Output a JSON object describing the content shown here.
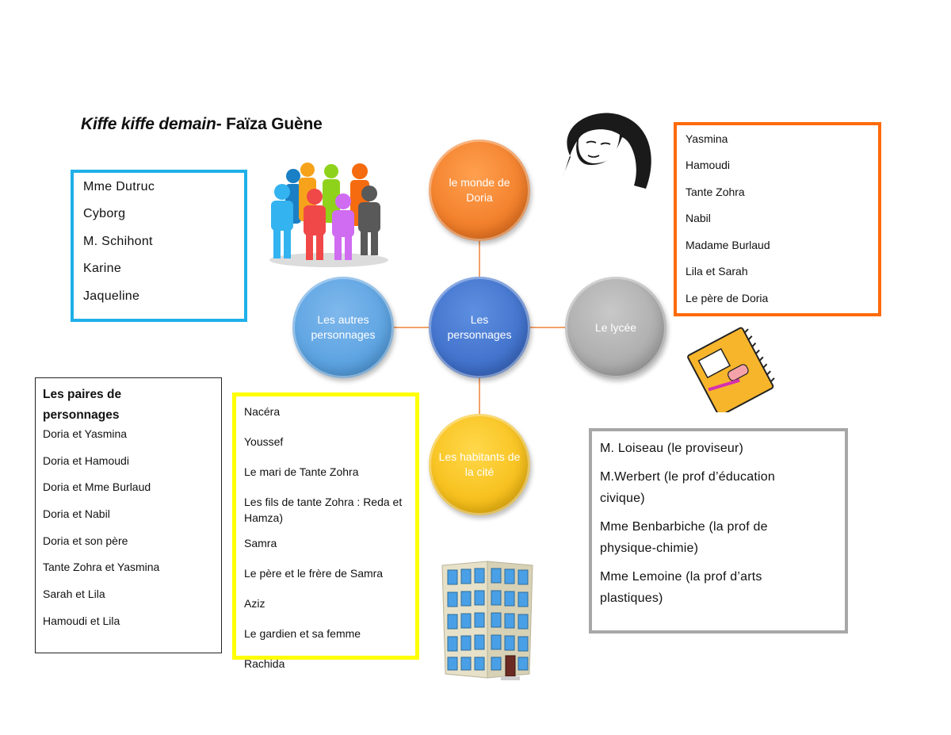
{
  "title": {
    "book": "Kiffe kiffe demain",
    "separator": "- ",
    "author": "Faïza Guène"
  },
  "diagram": {
    "center": "Les personnages",
    "nodes": {
      "top": "le monde de Doria",
      "left": "Les autres personnages",
      "right": "Le lycée",
      "bottom": "Les habitants de la cité"
    },
    "colors": {
      "top": "#f07a25",
      "center": "#3e6ec9",
      "left": "#57a0e0",
      "right": "#a9a9a9",
      "bottom": "#f6bd16",
      "connector": "#f2a26a"
    }
  },
  "boxes": {
    "autres_personnages": {
      "border_color": "#1fb0e8",
      "items": [
        "Mme Dutruc",
        "Cyborg",
        "M. Schihont",
        "Karine",
        "Jaqueline"
      ]
    },
    "monde_de_doria": {
      "border_color": "#ff6a0a",
      "items": [
        "Yasmina",
        "Hamoudi",
        "Tante Zohra",
        "Nabil",
        "Madame Burlaud",
        "Lila et Sarah",
        "Le père de Doria"
      ]
    },
    "paires": {
      "border_color": "#222222",
      "heading": "Les paires de personnages",
      "items": [
        "Doria et Yasmina",
        "Doria et Hamoudi",
        "Doria et Mme Burlaud",
        "Doria et Nabil",
        "Doria et son père",
        "Tante Zohra et Yasmina",
        "Sarah et Lila",
        "Hamoudi et Lila"
      ]
    },
    "habitants_cite": {
      "border_color": "#ffff00",
      "items": [
        "Nacéra",
        "Youssef",
        "Le mari de Tante Zohra",
        "Les fils de tante Zohra : Reda et Hamza)",
        "Samra",
        "Le père et le frère de Samra",
        "Aziz",
        "Le gardien et sa femme",
        "Rachida"
      ]
    },
    "lycee": {
      "border_color": "#a7a7a7",
      "items": [
        "M. Loiseau (le proviseur)",
        "M.Werbert (le prof d’éducation civique)",
        "Mme Benbarbiche (la prof de physique-chimie)",
        "Mme Lemoine (la prof d’arts plastiques)"
      ]
    }
  },
  "images": {
    "group": "people-group-icon",
    "woman": "woman-portrait-icon",
    "notebook": "notebook-icon",
    "building": "building-icon"
  }
}
